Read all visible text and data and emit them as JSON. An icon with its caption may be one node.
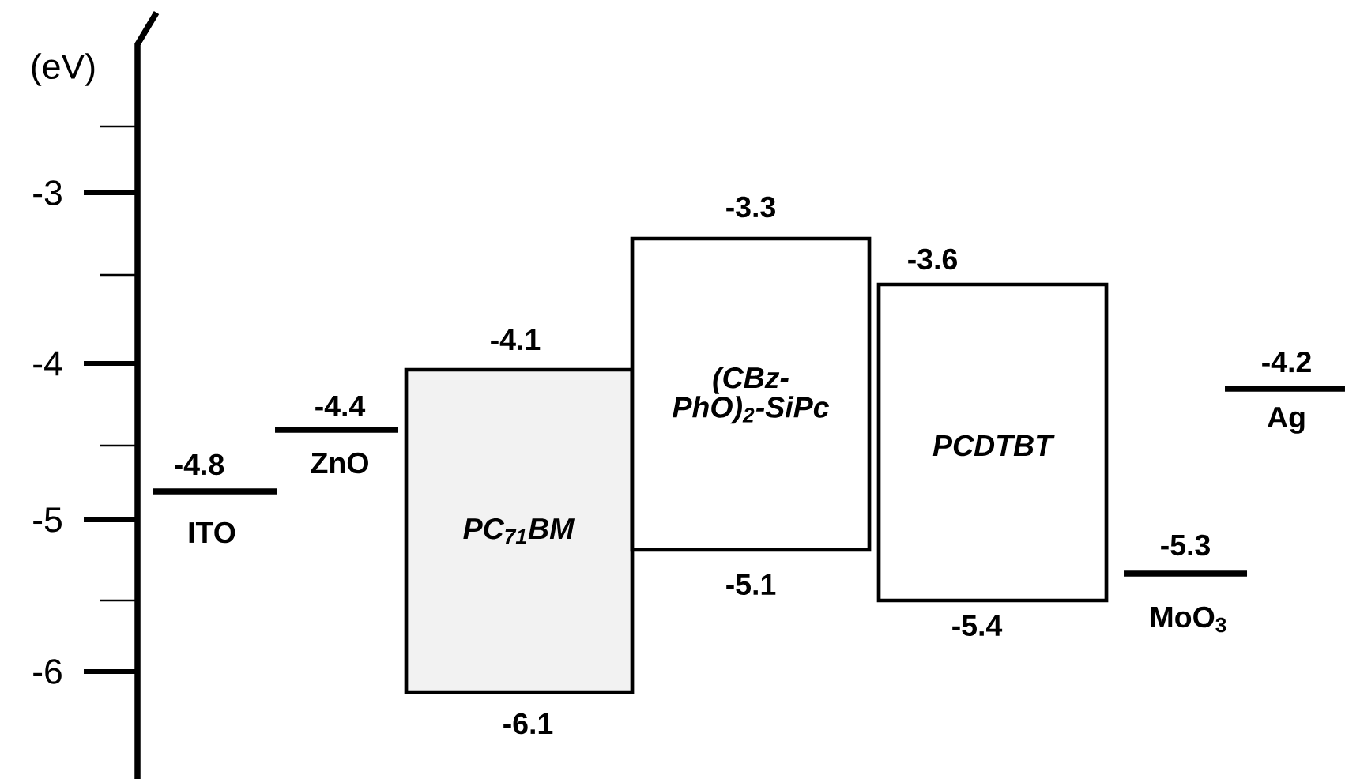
{
  "diagram": {
    "nodes": [
      {
        "text": [
          "-4.8",
          "ITO"
        ]
      },
      {
        "text": [
          "-4.4",
          "ZnO"
        ]
      },
      {
        "text": [
          "PC$_{71}$BM"
        ],
        "beside": [
          "-4.1",
          "-6.1"
        ]
      },
      {
        "text": [
          "(CBz-PhO)$_{2}$-SiPc"
        ],
        "beside": [
          "-3.3",
          "-5.1"
        ]
      },
      {
        "text": [
          "PCDTBT"
        ],
        "beside": [
          "-3.6",
          "-5.4"
        ]
      },
      {
        "text": [
          "-5.3",
          "MoO$_{3}$"
        ]
      },
      {
        "text": [
          "-4.2",
          "Ag"
        ]
      }
    ],
    "labels": [
      "(eV)",
      "-3",
      "-4",
      "-5",
      "-6"
    ]
  }
}
